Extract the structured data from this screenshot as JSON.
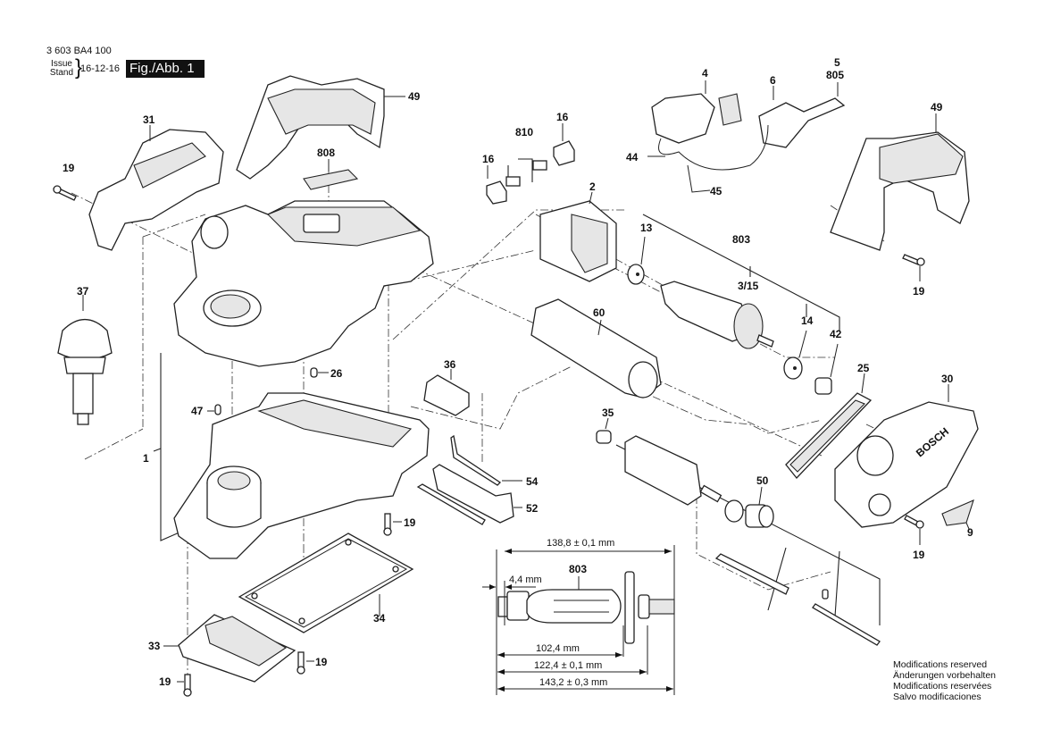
{
  "header": {
    "document_code": "3 603 BA4 100",
    "issue_label_1": "Issue",
    "issue_label_2": "Stand",
    "issue_date": "16-12-16",
    "figure_label": "Fig./Abb. 1"
  },
  "parts": {
    "p1": "1",
    "p2": "2",
    "p4": "4",
    "p5": "5",
    "p805": "805",
    "p6": "6",
    "p9": "9",
    "p13": "13",
    "p14": "14",
    "p3_15": "3/15",
    "p16a": "16",
    "p16b": "16",
    "p19a": "19",
    "p19b": "19",
    "p19c": "19",
    "p19d": "19",
    "p19e": "19",
    "p19f": "19",
    "p25": "25",
    "p26": "26",
    "p30": "30",
    "p31": "31",
    "p33": "33",
    "p34": "34",
    "p35": "35",
    "p36": "36",
    "p37": "37",
    "p42": "42",
    "p44": "44",
    "p45": "45",
    "p47": "47",
    "p49a": "49",
    "p49b": "49",
    "p50": "50",
    "p52": "52",
    "p54": "54",
    "p60": "60",
    "p803a": "803",
    "p803b": "803",
    "p808": "808",
    "p810": "810"
  },
  "armature_dimensions": {
    "part": "803",
    "d1": "138,8 ± 0,1 mm",
    "d2": "4,4 mm",
    "d3": "102,4 mm",
    "d4": "122,4 ± 0,1 mm",
    "d5": "143,2 ± 0,3 mm"
  },
  "brand_text": "BOSCH",
  "footer": {
    "notes": [
      "Modifications reserved",
      "Änderungen vorbehalten",
      "Modifications reservées",
      "Salvo modificaciones"
    ]
  }
}
